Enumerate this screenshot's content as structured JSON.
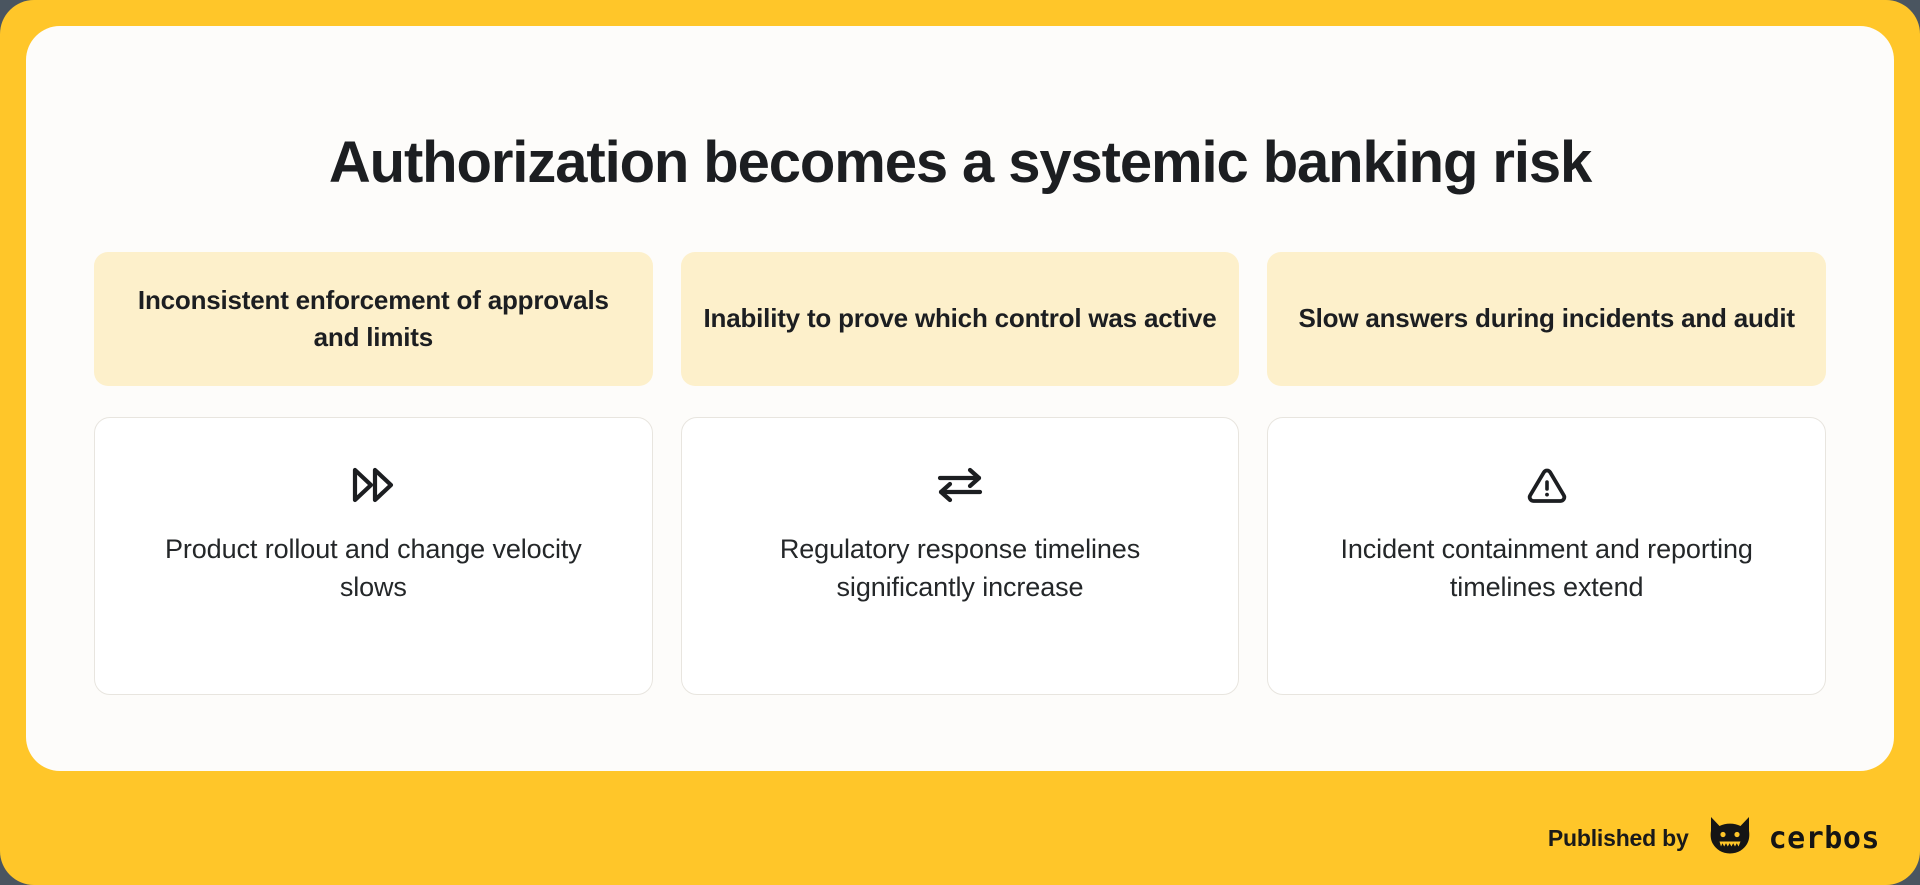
{
  "theme": {
    "frame_color": "#FFC629",
    "panel_color": "#FDFCFA",
    "pill_color": "#FDF0CB",
    "card_color": "#FFFFFF",
    "card_border_color": "#E8E5DF",
    "text_color": "#1C1E21",
    "backdrop_color": "#4A5560"
  },
  "header": {
    "title": "Authorization becomes a systemic banking risk"
  },
  "pills": [
    {
      "text": "Inconsistent enforcement of approvals and limits"
    },
    {
      "text": "Inability to prove which control was active"
    },
    {
      "text": "Slow answers during incidents and audit"
    }
  ],
  "cards": [
    {
      "icon": "fast-forward-icon",
      "text": "Product rollout and change velocity slows"
    },
    {
      "icon": "swap-arrows-icon",
      "text": "Regulatory response timelines significantly increase"
    },
    {
      "icon": "warning-triangle-icon",
      "text": "Incident containment and reporting timelines extend"
    }
  ],
  "footer": {
    "published_by": "Published by",
    "brand_name": "cerbos",
    "brand_logo": "cerbos-mascot-icon"
  }
}
